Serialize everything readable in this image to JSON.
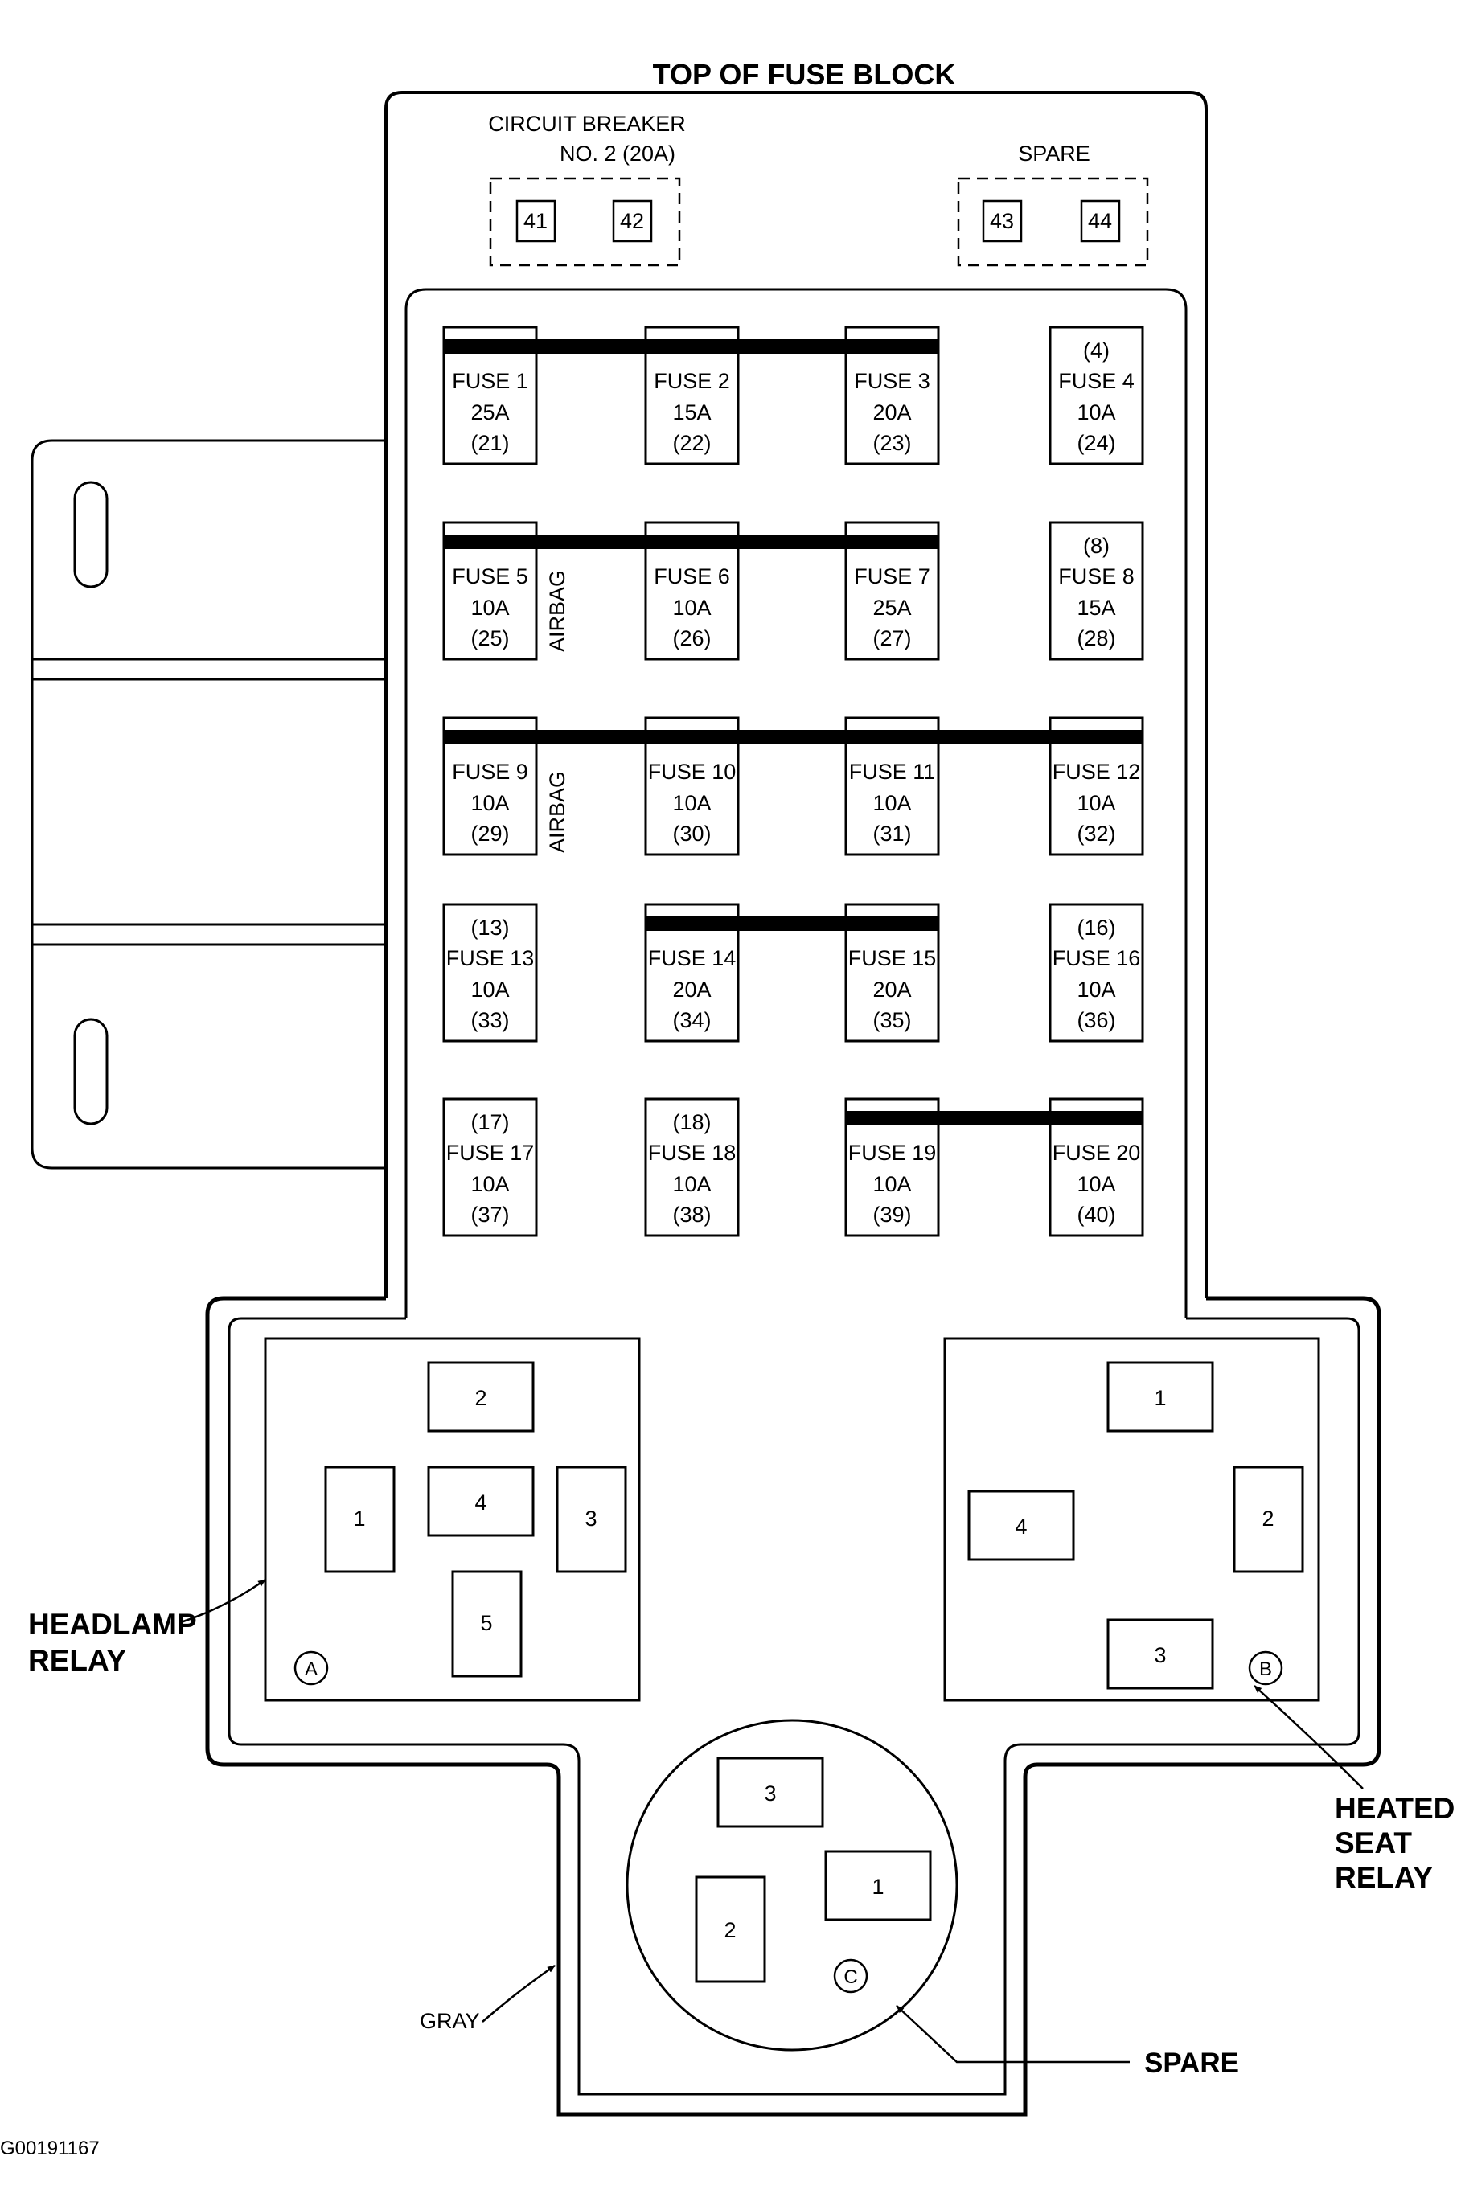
{
  "title": "TOP OF FUSE BLOCK",
  "circuit_breaker": {
    "label_line1": "CIRCUIT BREAKER",
    "label_line2": "NO. 2 (20A)",
    "terminals": [
      "41",
      "42"
    ]
  },
  "spare_top": {
    "label": "SPARE",
    "terminals": [
      "43",
      "44"
    ]
  },
  "fuse_rows": [
    [
      {
        "top": "",
        "name": "FUSE 1",
        "rating": "25A",
        "cavity": "(21)"
      },
      {
        "top": "",
        "name": "FUSE 2",
        "rating": "15A",
        "cavity": "(22)"
      },
      {
        "top": "",
        "name": "FUSE 3",
        "rating": "20A",
        "cavity": "(23)"
      },
      {
        "top": "(4)",
        "name": "FUSE 4",
        "rating": "10A",
        "cavity": "(24)"
      }
    ],
    [
      {
        "top": "",
        "name": "FUSE 5",
        "rating": "10A",
        "cavity": "(25)"
      },
      {
        "top": "",
        "name": "FUSE 6",
        "rating": "10A",
        "cavity": "(26)"
      },
      {
        "top": "",
        "name": "FUSE 7",
        "rating": "25A",
        "cavity": "(27)"
      },
      {
        "top": "(8)",
        "name": "FUSE 8",
        "rating": "15A",
        "cavity": "(28)"
      }
    ],
    [
      {
        "top": "",
        "name": "FUSE 9",
        "rating": "10A",
        "cavity": "(29)"
      },
      {
        "top": "",
        "name": "FUSE 10",
        "rating": "10A",
        "cavity": "(30)"
      },
      {
        "top": "",
        "name": "FUSE 11",
        "rating": "10A",
        "cavity": "(31)"
      },
      {
        "top": "",
        "name": "FUSE 12",
        "rating": "10A",
        "cavity": "(32)"
      }
    ],
    [
      {
        "top": "(13)",
        "name": "FUSE 13",
        "rating": "10A",
        "cavity": "(33)"
      },
      {
        "top": "",
        "name": "FUSE 14",
        "rating": "20A",
        "cavity": "(34)"
      },
      {
        "top": "",
        "name": "FUSE 15",
        "rating": "20A",
        "cavity": "(35)"
      },
      {
        "top": "(16)",
        "name": "FUSE 16",
        "rating": "10A",
        "cavity": "(36)"
      }
    ],
    [
      {
        "top": "(17)",
        "name": "FUSE 17",
        "rating": "10A",
        "cavity": "(37)"
      },
      {
        "top": "(18)",
        "name": "FUSE 18",
        "rating": "10A",
        "cavity": "(38)"
      },
      {
        "top": "",
        "name": "FUSE 19",
        "rating": "10A",
        "cavity": "(39)"
      },
      {
        "top": "",
        "name": "FUSE 20",
        "rating": "10A",
        "cavity": "(40)"
      }
    ]
  ],
  "airbag_labels": [
    "AIRBAG",
    "AIRBAG"
  ],
  "relay_a": {
    "letter": "A",
    "pins": [
      "2",
      "1",
      "4",
      "3",
      "5"
    ]
  },
  "relay_b": {
    "letter": "B",
    "pins": [
      "1",
      "4",
      "2",
      "3"
    ]
  },
  "relay_c": {
    "letter": "C",
    "pins": [
      "3",
      "1",
      "2"
    ]
  },
  "callouts": {
    "headlamp_line1": "HEADLAMP",
    "headlamp_line2": "RELAY",
    "heated_line1": "HEATED",
    "heated_line2": "SEAT",
    "heated_line3": "RELAY",
    "gray": "GRAY",
    "spare": "SPARE"
  },
  "figure_id": "G00191167"
}
